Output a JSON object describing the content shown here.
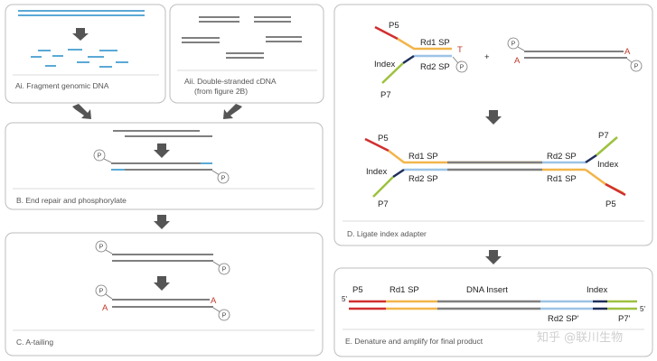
{
  "panels": {
    "ai": {
      "caption": "Ai. Fragment genomic DNA"
    },
    "aii": {
      "caption_line1": "Aii. Double-stranded cDNA",
      "caption_line2": "(from figure 2B)"
    },
    "b": {
      "caption": "B. End repair and phosphorylate"
    },
    "c": {
      "caption": "C. A-tailing"
    },
    "d": {
      "caption": "D. Ligate index adapter"
    },
    "e": {
      "caption": "E. Denature and amplify for final product"
    }
  },
  "labels": {
    "p5": "P5",
    "p7": "P7",
    "index": "Index",
    "rd1sp": "Rd1 SP",
    "rd2sp": "Rd2 SP",
    "t": "T",
    "a": "A",
    "p": "P",
    "plus": "+",
    "dna_insert": "DNA Insert",
    "rd2sp_prime": "Rd2 SP'",
    "p7_prime": "P7'",
    "five_prime": "5'"
  },
  "watermark": "知乎 @联川生物",
  "colors": {
    "dna_gray": "#7f7f7f",
    "genomic_blue": "#5aa9d6",
    "p5_red": "#d12f2f",
    "rd1_orange": "#f2b54a",
    "rd2_blue": "#9cc3e6",
    "index_navy": "#1f2f5a",
    "p7_green": "#9dc13f",
    "a_tail": "#c0392b"
  }
}
